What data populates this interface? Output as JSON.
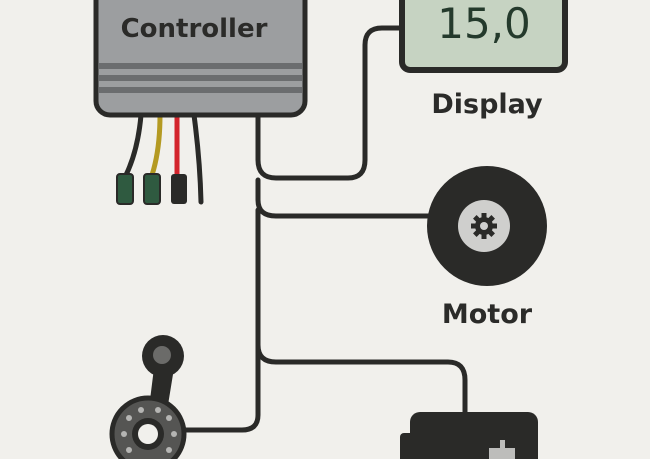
{
  "controller": {
    "label": "Controller"
  },
  "display": {
    "reading": "15,0",
    "label": "Display"
  },
  "motor": {
    "label": "Motor"
  },
  "colors": {
    "background": "#f1f0ec",
    "outline": "#2a2a28",
    "controller": "#9c9ea0",
    "stripe": "#6b6d6f",
    "screen": "#c6d3c2",
    "wire_green": "#2f5a40",
    "wire_yellow": "#b49a22",
    "wire_red": "#d3242c"
  },
  "icons": [
    "controller-box",
    "display-screen",
    "motor-gear-icon",
    "throttle-icon",
    "battery-icon"
  ]
}
